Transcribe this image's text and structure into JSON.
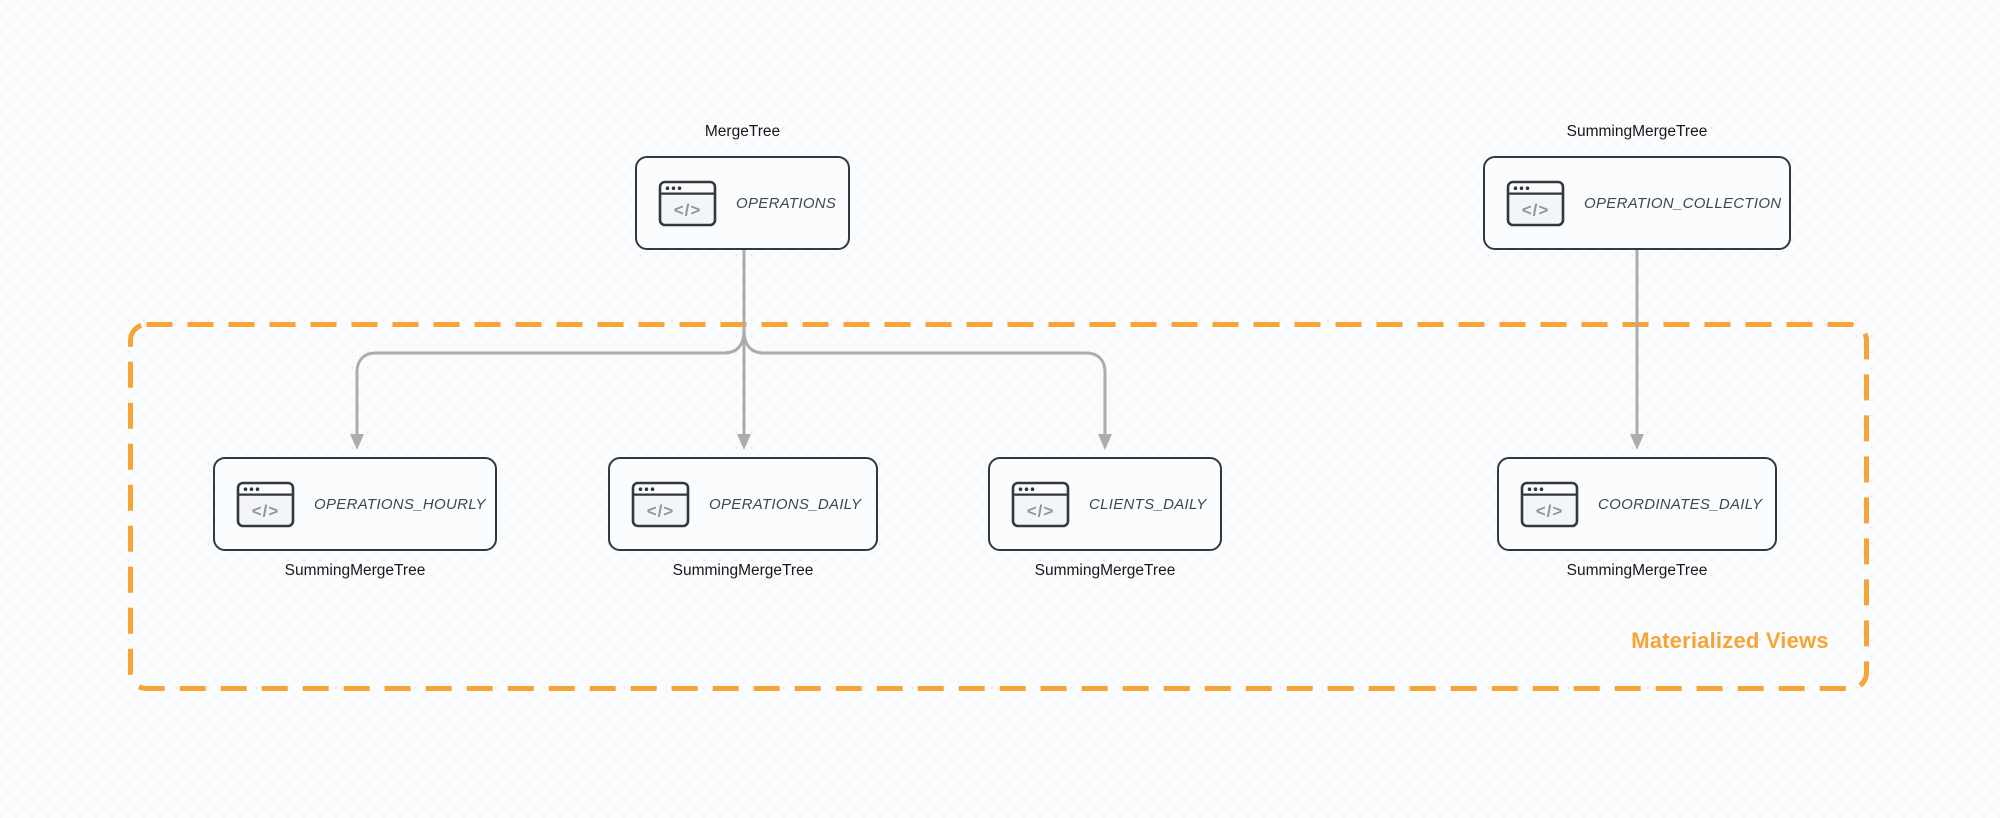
{
  "diagram": {
    "type": "database-table-flow",
    "group": {
      "label": "Materialized Views",
      "style": "dashed-orange-rounded-rect"
    },
    "nodes": [
      {
        "id": "operations",
        "label": "OPERATIONS",
        "caption": "MergeTree",
        "caption_position": "top",
        "icon": "code-window-icon"
      },
      {
        "id": "operation_collection",
        "label": "OPERATION_COLLECTION",
        "caption": "SummingMergeTree",
        "caption_position": "top",
        "icon": "code-window-icon"
      },
      {
        "id": "operations_hourly",
        "label": "OPERATIONS_HOURLY",
        "caption": "SummingMergeTree",
        "caption_position": "bottom",
        "icon": "code-window-icon"
      },
      {
        "id": "operations_daily",
        "label": "OPERATIONS_DAILY",
        "caption": "SummingMergeTree",
        "caption_position": "bottom",
        "icon": "code-window-icon"
      },
      {
        "id": "clients_daily",
        "label": "CLIENTS_DAILY",
        "caption": "SummingMergeTree",
        "caption_position": "bottom",
        "icon": "code-window-icon"
      },
      {
        "id": "coordinates_daily",
        "label": "COORDINATES_DAILY",
        "caption": "SummingMergeTree",
        "caption_position": "bottom",
        "icon": "code-window-icon"
      }
    ],
    "edges": [
      {
        "from": "operations",
        "to": "operations_hourly"
      },
      {
        "from": "operations",
        "to": "operations_daily"
      },
      {
        "from": "operations",
        "to": "clients_daily"
      },
      {
        "from": "operation_collection",
        "to": "coordinates_daily"
      }
    ],
    "nodes_inside_group": [
      "operations_hourly",
      "operations_daily",
      "clients_daily",
      "coordinates_daily"
    ]
  },
  "icons": {
    "node_icon": "code-window-icon",
    "node_icon_glyph": "</>"
  },
  "colors": {
    "accent_orange": "#F7A437",
    "edge_gray": "#ACACAC",
    "node_border": "#33383E",
    "node_fill": "#FBFCFD",
    "node_label": "#41474E",
    "caption_text": "#16181B",
    "icon_glyph": "#8E959C",
    "bg": "#FAFBFC",
    "dot": "#E4E6E9"
  }
}
